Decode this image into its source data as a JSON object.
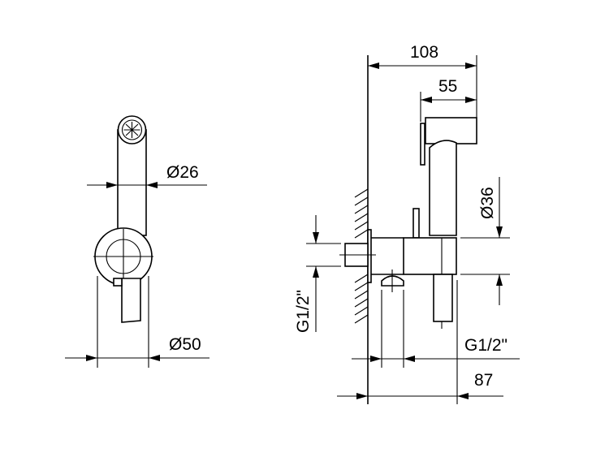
{
  "drawing": {
    "side_view": {
      "handshower_diameter": "Ø26",
      "body_diameter": "Ø50"
    },
    "front_view": {
      "overall_projection": "108",
      "handshower_head_length": "55",
      "handshower_diameter": "Ø36",
      "inlet_thread": "G1/2\"",
      "outlet_thread": "G1/2\"",
      "body_projection": "87"
    }
  }
}
